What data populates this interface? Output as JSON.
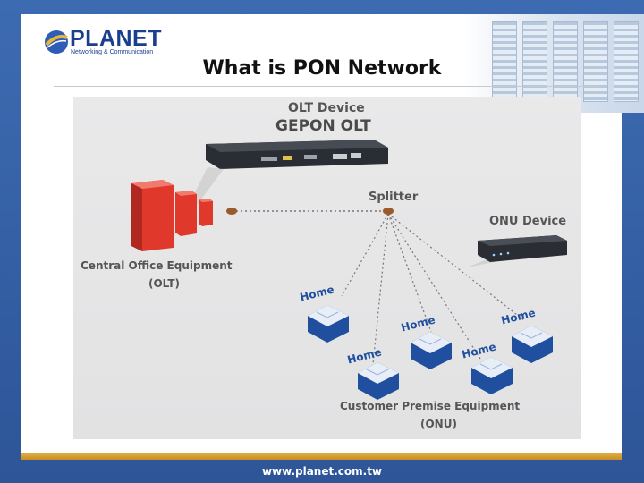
{
  "header": {
    "logo_text": "PLANET",
    "logo_tagline": "Networking & Communication",
    "title": "What is PON Network"
  },
  "diagram": {
    "olt_label": "OLT Device",
    "olt_model": "GEPON OLT",
    "splitter_label": "Splitter",
    "onu_label": "ONU Device",
    "co_label_line1": "Central Office Equipment",
    "co_label_line2": "(OLT)",
    "home_label": "Home",
    "cpe_label_line1": "Customer Premise Equipment",
    "cpe_label_line2": "(ONU)"
  },
  "colors": {
    "slide_blue": "#2f5a9c",
    "footer_gold": "#d9a33a",
    "building_red": "#d9342b",
    "home_blue": "#1f4f9e"
  },
  "footer": {
    "url": "www.planet.com.tw"
  }
}
